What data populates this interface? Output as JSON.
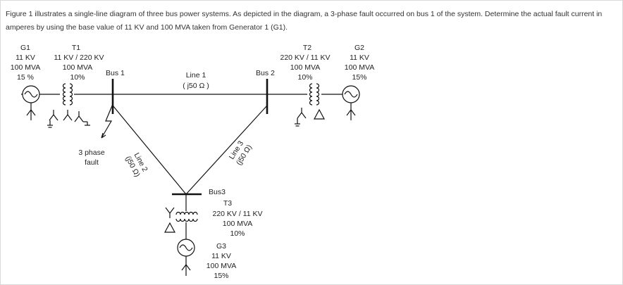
{
  "question": "Figure 1 illustrates a single-line diagram of three bus power systems. As depicted in the diagram, a 3-phase fault occurred on bus 1 of the system. Determine the actual fault current in amperes by using the base value of 11 KV and 100 MVA taken from Generator 1 (G1).",
  "g1": {
    "name": "G1",
    "voltage": "11 KV",
    "rating": "100 MVA",
    "reactance": "15 %"
  },
  "t1": {
    "name": "T1",
    "voltage": "11 KV / 220 KV",
    "rating": "100 MVA",
    "reactance": "10%"
  },
  "bus1": {
    "label": "Bus 1"
  },
  "line1": {
    "name": "Line 1",
    "impedance": "( j50 Ω )"
  },
  "bus2": {
    "label": "Bus 2"
  },
  "t2": {
    "name": "T2",
    "voltage": "220 KV / 11 KV",
    "rating": "100 MVA",
    "reactance": "10%"
  },
  "g2": {
    "name": "G2",
    "voltage": "11 KV",
    "rating": "100 MVA",
    "reactance": "15%"
  },
  "fault": {
    "line1": "3 phase",
    "line2": "fault"
  },
  "line2": {
    "name": "Line 2",
    "impedance": "(j50 Ω)"
  },
  "line3": {
    "name": "Line 3",
    "impedance": "(j50 Ω)"
  },
  "bus3": {
    "label": "Bus3"
  },
  "t3": {
    "name": "T3",
    "voltage": "220 KV / 11 KV",
    "rating": "100 MVA",
    "reactance": "10%"
  },
  "g3": {
    "name": "G3",
    "voltage": "11 KV",
    "rating": "100 MVA",
    "reactance": "15%"
  }
}
